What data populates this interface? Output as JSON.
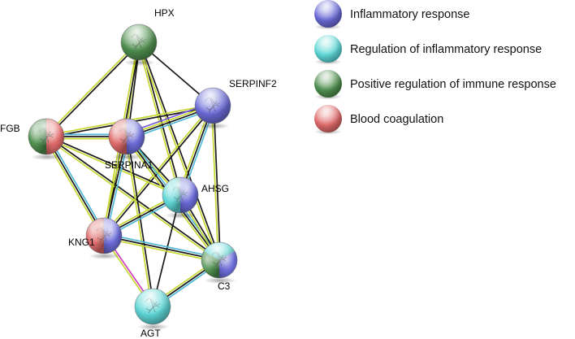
{
  "colors": {
    "inflammatory": "#6a6ad6",
    "regulation": "#5ed6d6",
    "immune": "#4f8f4f",
    "coagulation": "#df6a6a",
    "edge_coexpression": "#1a1a1a",
    "edge_textmining": "#c8d832",
    "edge_database": "#4fb8d8",
    "edge_experimental": "#d040c0",
    "edge_homology": "#7a5ad8"
  },
  "legend": [
    {
      "key": "inflammatory",
      "label": "Inflammatory response"
    },
    {
      "key": "regulation",
      "label": "Regulation of inflammatory response"
    },
    {
      "key": "immune",
      "label": "Positive regulation of immune response"
    },
    {
      "key": "coagulation",
      "label": "Blood coagulation"
    }
  ],
  "nodes": [
    {
      "id": "HPX",
      "label": "HPX",
      "categories": [
        "immune"
      ],
      "icon": "protein-structure-icon"
    },
    {
      "id": "SERPINF2",
      "label": "SERPINF2",
      "categories": [
        "inflammatory"
      ],
      "icon": "protein-structure-icon"
    },
    {
      "id": "FGB",
      "label": "FGB",
      "categories": [
        "immune",
        "coagulation"
      ],
      "icon": "protein-structure-icon"
    },
    {
      "id": "SERPINA1",
      "label": "SERPINA1",
      "categories": [
        "coagulation",
        "inflammatory"
      ],
      "icon": "protein-structure-icon"
    },
    {
      "id": "AHSG",
      "label": "AHSG",
      "categories": [
        "regulation",
        "inflammatory"
      ],
      "icon": "protein-structure-icon"
    },
    {
      "id": "KNG1",
      "label": "KNG1",
      "categories": [
        "coagulation",
        "inflammatory"
      ],
      "icon": "protein-structure-icon"
    },
    {
      "id": "C3",
      "label": "C3",
      "categories": [
        "immune",
        "regulation",
        "inflammatory"
      ],
      "icon": "protein-structure-icon"
    },
    {
      "id": "AGT",
      "label": "AGT",
      "categories": [
        "regulation"
      ],
      "icon": "protein-structure-icon"
    }
  ],
  "edges": [
    {
      "source": "HPX",
      "target": "FGB",
      "types": [
        "coexpression",
        "textmining"
      ]
    },
    {
      "source": "HPX",
      "target": "SERPINA1",
      "types": [
        "coexpression",
        "textmining"
      ]
    },
    {
      "source": "HPX",
      "target": "SERPINF2",
      "types": [
        "coexpression"
      ]
    },
    {
      "source": "HPX",
      "target": "AHSG",
      "types": [
        "coexpression",
        "textmining"
      ]
    },
    {
      "source": "HPX",
      "target": "KNG1",
      "types": [
        "coexpression",
        "textmining"
      ]
    },
    {
      "source": "HPX",
      "target": "C3",
      "types": [
        "coexpression",
        "textmining"
      ]
    },
    {
      "source": "SERPINF2",
      "target": "FGB",
      "types": [
        "coexpression",
        "textmining"
      ]
    },
    {
      "source": "SERPINF2",
      "target": "SERPINA1",
      "types": [
        "database",
        "coexpression",
        "textmining",
        "homology"
      ]
    },
    {
      "source": "SERPINF2",
      "target": "AHSG",
      "types": [
        "database",
        "coexpression",
        "textmining"
      ]
    },
    {
      "source": "SERPINF2",
      "target": "KNG1",
      "types": [
        "coexpression",
        "textmining"
      ]
    },
    {
      "source": "SERPINF2",
      "target": "C3",
      "types": [
        "coexpression",
        "textmining"
      ]
    },
    {
      "source": "FGB",
      "target": "SERPINA1",
      "types": [
        "database",
        "coexpression",
        "textmining"
      ]
    },
    {
      "source": "FGB",
      "target": "AHSG",
      "types": [
        "coexpression",
        "textmining"
      ]
    },
    {
      "source": "FGB",
      "target": "KNG1",
      "types": [
        "database",
        "coexpression",
        "textmining"
      ]
    },
    {
      "source": "FGB",
      "target": "C3",
      "types": [
        "coexpression",
        "textmining"
      ]
    },
    {
      "source": "SERPINA1",
      "target": "AHSG",
      "types": [
        "coexpression",
        "textmining"
      ]
    },
    {
      "source": "SERPINA1",
      "target": "KNG1",
      "types": [
        "database",
        "coexpression",
        "textmining"
      ]
    },
    {
      "source": "SERPINA1",
      "target": "C3",
      "types": [
        "database",
        "coexpression",
        "textmining"
      ]
    },
    {
      "source": "SERPINA1",
      "target": "AGT",
      "types": [
        "coexpression",
        "textmining"
      ]
    },
    {
      "source": "AHSG",
      "target": "KNG1",
      "types": [
        "database",
        "coexpression",
        "textmining"
      ]
    },
    {
      "source": "AHSG",
      "target": "C3",
      "types": [
        "coexpression",
        "textmining"
      ]
    },
    {
      "source": "AHSG",
      "target": "AGT",
      "types": [
        "coexpression"
      ]
    },
    {
      "source": "KNG1",
      "target": "C3",
      "types": [
        "database",
        "coexpression",
        "textmining"
      ]
    },
    {
      "source": "KNG1",
      "target": "AGT",
      "types": [
        "experimental",
        "textmining"
      ]
    },
    {
      "source": "C3",
      "target": "AGT",
      "types": [
        "database",
        "coexpression",
        "textmining"
      ]
    }
  ]
}
